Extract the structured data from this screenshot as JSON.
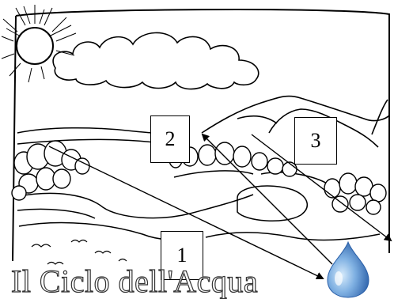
{
  "title": "Il Ciclo dell'Acqua",
  "labels": {
    "one": "1",
    "two": "2",
    "three": "3"
  },
  "colors": {
    "lines": "#000000",
    "drop_light": "#9fc6ec",
    "drop_dark": "#2a5fa8"
  }
}
